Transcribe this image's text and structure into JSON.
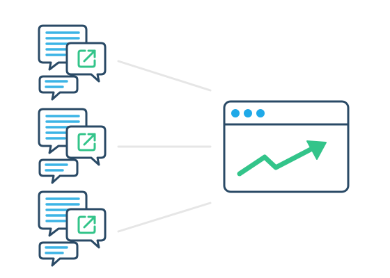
{
  "diagram": {
    "sources": [
      {
        "id": "message-cluster-top",
        "icon": "chat-bubbles-share-icon"
      },
      {
        "id": "message-cluster-middle",
        "icon": "chat-bubbles-share-icon"
      },
      {
        "id": "message-cluster-bottom",
        "icon": "chat-bubbles-share-icon"
      }
    ],
    "target": {
      "id": "analytics-window",
      "icon": "browser-window-trend-up-icon",
      "window_dots": 3
    },
    "connectors": 3
  },
  "colors": {
    "outline": "#2a4a66",
    "bubble_fill": "#ffffff",
    "text_lines": "#3cb4e5",
    "share_accent": "#33c48a",
    "window_dots": "#1fa9e8",
    "trend_arrow": "#33c48a",
    "connector": "#e6e6e6",
    "background": "#ffffff"
  }
}
